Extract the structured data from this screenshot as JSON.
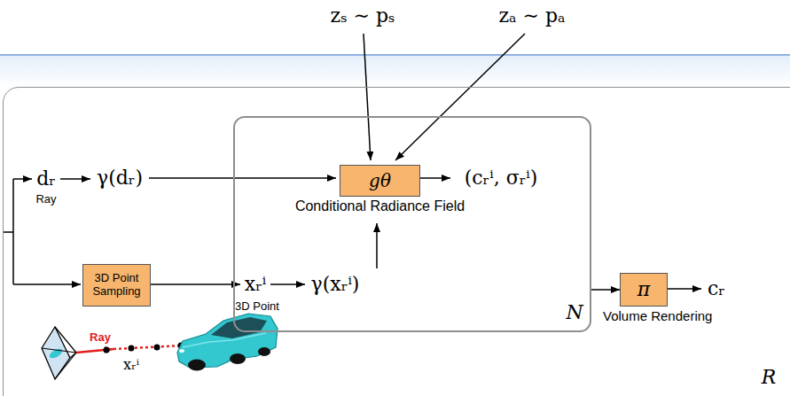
{
  "diagram": {
    "nodes": [
      {
        "text": [
          "R"
        ]
      },
      {
        "text": [
          "N"
        ],
        "in": 0
      },
      {
        "text": [
          "gθ",
          "Conditional Radiance Field"
        ],
        "in": 1
      },
      {
        "text": [
          "3D Point Sampling"
        ],
        "in": 0
      },
      {
        "text": [
          "π",
          "Volume Rendering"
        ],
        "in": 0
      }
    ],
    "edges": [
      {
        "from": 1,
        "to": 4,
        "arrow": "to"
      }
    ],
    "labels": [
      "zₛ ∼ pₛ",
      "zₐ ∼ pₐ",
      "dᵣ",
      "Ray",
      "γ(dᵣ)",
      "(cᵣⁱ, σᵣⁱ)",
      "xᵣⁱ",
      "3D Point",
      "γ(xᵣⁱ)",
      "cᵣ",
      "Ray",
      "xᵣⁱ"
    ]
  }
}
